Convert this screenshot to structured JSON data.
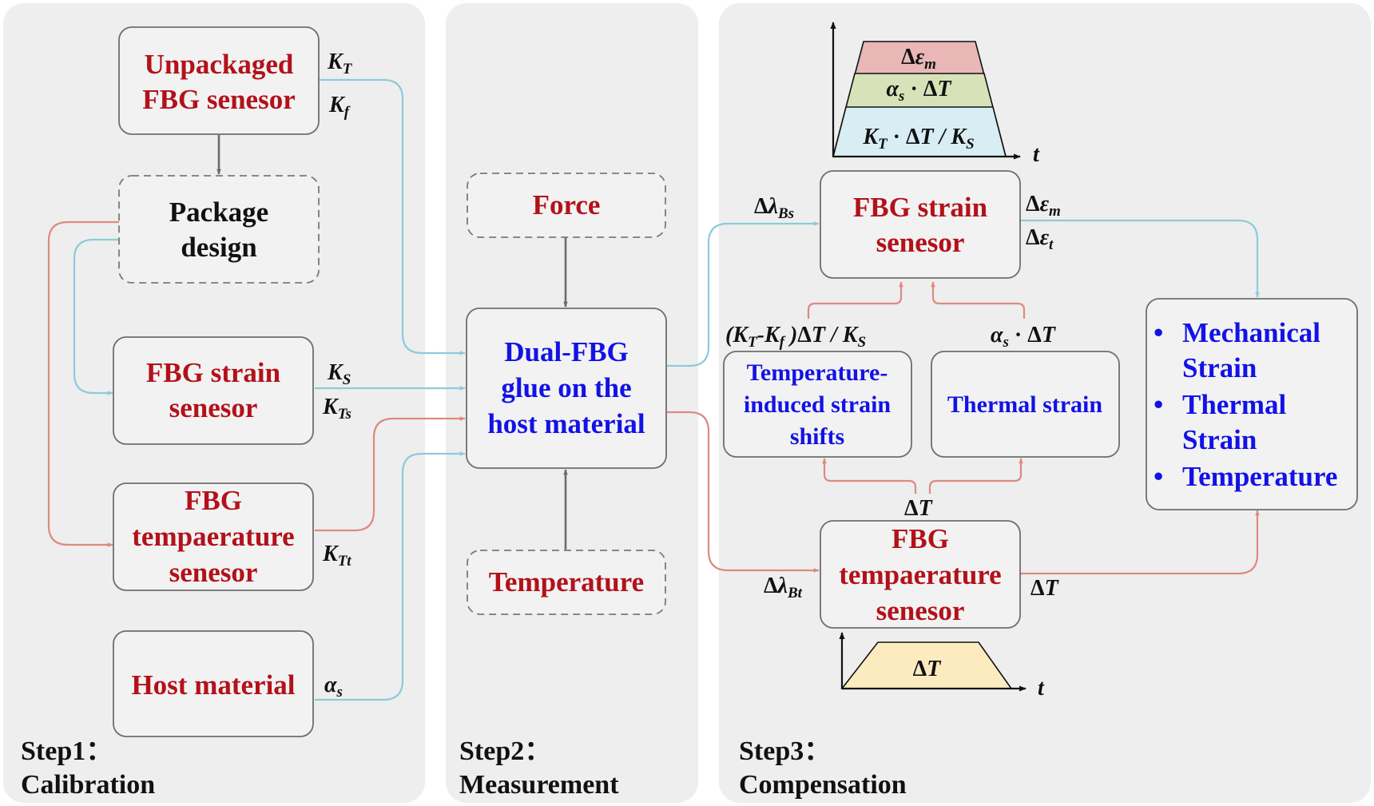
{
  "steps": {
    "step1": {
      "line1": "Step1：",
      "line2": "Calibration"
    },
    "step2": {
      "line1": "Step2：",
      "line2": "Measurement"
    },
    "step3": {
      "line1": "Step3：",
      "line2": "Compensation"
    }
  },
  "boxes": {
    "unpackaged": [
      "Unpackaged",
      "FBG senesor"
    ],
    "package": [
      "Package",
      "design"
    ],
    "strain_cal": [
      "FBG strain",
      "senesor"
    ],
    "temp_cal": [
      "FBG",
      "tempaerature",
      "senesor"
    ],
    "host": [
      "Host material"
    ],
    "force": [
      "Force"
    ],
    "dual": [
      "Dual-FBG",
      "glue on the",
      "host material"
    ],
    "temperature": [
      "Temperature"
    ],
    "strain_comp": [
      "FBG strain",
      "senesor"
    ],
    "temp_induced": [
      "Temperature-",
      "induced strain",
      "shifts"
    ],
    "thermal_strain": [
      "Thermal strain"
    ],
    "temp_comp": [
      "FBG",
      "tempaerature",
      "senesor"
    ],
    "outputs": [
      "Mechanical",
      "Strain",
      "Thermal",
      "Strain",
      "Temperature"
    ]
  },
  "bullet": "•",
  "symbols": {
    "delta": "Δ",
    "K": "K",
    "T": "T",
    "f": "f",
    "S": "S",
    "Ts": "Ts",
    "Tt": "Tt",
    "alpha": "α",
    "s": "s",
    "eps": "ε",
    "m": "m",
    "t_sub": "t",
    "lambda": "λ",
    "Bs": "Bs",
    "Bt": "Bt",
    "dot": " · ",
    "slash": " / ",
    "paren_open": "(",
    "paren_close": " )",
    "minus": "-",
    "time": "t"
  },
  "colors": {
    "red_text": "#b3111a",
    "blue_text": "#1212e6",
    "blue_line": "#8ccbdc",
    "red_line": "#dc8a80",
    "trap_red": "#e9b8b6",
    "trap_green": "#d8e2b8",
    "trap_blue": "#d8edf4",
    "trap_yellow": "#fcebbf"
  }
}
